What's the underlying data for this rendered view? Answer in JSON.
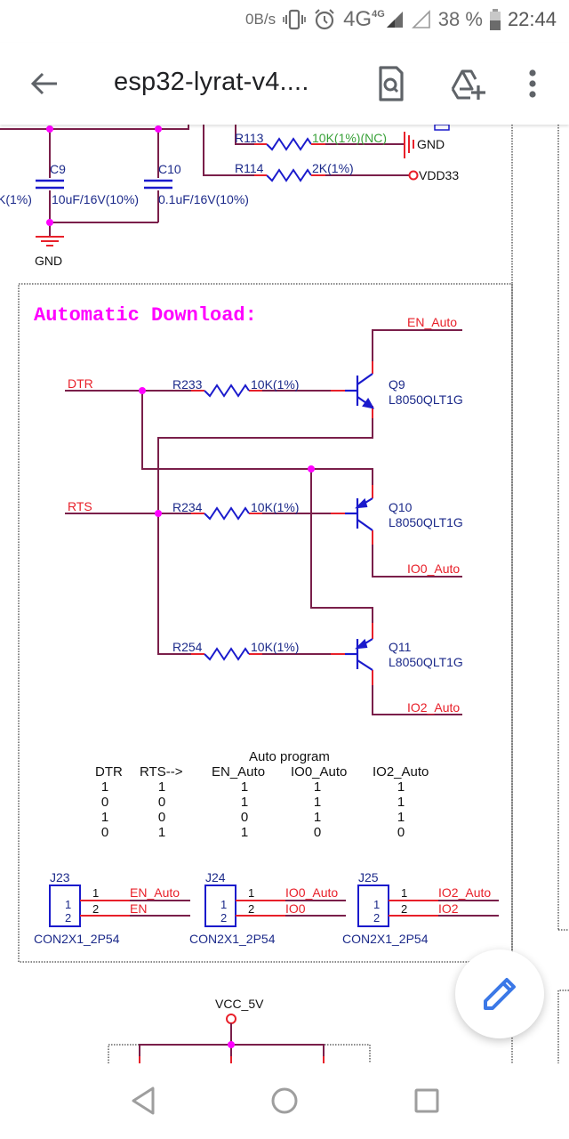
{
  "status_bar": {
    "net_speed": "0B/s",
    "network": "4G",
    "network_badge": "4G",
    "battery": "38 %",
    "time": "22:44",
    "icons": [
      "vibrate-icon",
      "alarm-icon",
      "signal-icon",
      "signal-empty-icon",
      "battery-icon"
    ]
  },
  "app_bar": {
    "title": "esp32-lyrat-v4....",
    "back_icon": "arrow-left-icon",
    "actions": [
      {
        "name": "find-in-document",
        "icon": "search-document-icon"
      },
      {
        "name": "add-to-drive",
        "icon": "drive-add-icon"
      },
      {
        "name": "more-options",
        "icon": "more-vert-icon"
      }
    ]
  },
  "schematic": {
    "top_section": {
      "capacitors": [
        {
          "ref": "C9",
          "value": "10uF/16V(10%)"
        },
        {
          "ref": "C10",
          "value": "0.1uF/16V(10%)"
        }
      ],
      "left_partial_value": "K(1%)",
      "gnd_label": "GND",
      "resistors": [
        {
          "ref": "R113",
          "value": "10K(1%)(NC)",
          "net": "GND"
        },
        {
          "ref": "R114",
          "value": "2K(1%)",
          "net": "VDD33"
        }
      ]
    },
    "auto_download": {
      "title": "Automatic Download:",
      "inputs": [
        "DTR",
        "RTS"
      ],
      "resistors": [
        {
          "ref": "R233",
          "value": "10K(1%)"
        },
        {
          "ref": "R234",
          "value": "10K(1%)"
        },
        {
          "ref": "R254",
          "value": "10K(1%)"
        }
      ],
      "transistors": [
        {
          "ref": "Q9",
          "part": "L8050QLT1G",
          "output": "EN_Auto"
        },
        {
          "ref": "Q10",
          "part": "L8050QLT1G",
          "output": "IO0_Auto"
        },
        {
          "ref": "Q11",
          "part": "L8050QLT1G",
          "output": "IO2_Auto"
        }
      ],
      "truth_table": {
        "caption": "Auto program",
        "headers": [
          "DTR",
          "RTS-->",
          "EN_Auto",
          "IO0_Auto",
          "IO2_Auto"
        ],
        "rows": [
          [
            "1",
            "1",
            "1",
            "1",
            "1"
          ],
          [
            "0",
            "0",
            "1",
            "1",
            "1"
          ],
          [
            "1",
            "0",
            "0",
            "1",
            "1"
          ],
          [
            "0",
            "1",
            "1",
            "0",
            "0"
          ]
        ]
      },
      "jumpers": [
        {
          "ref": "J23",
          "part": "CON2X1_2P54",
          "pin1_net": "EN_Auto",
          "pin2_net": "EN"
        },
        {
          "ref": "J24",
          "part": "CON2X1_2P54",
          "pin1_net": "IO0_Auto",
          "pin2_net": "IO0"
        },
        {
          "ref": "J25",
          "part": "CON2X1_2P54",
          "pin1_net": "IO2_Auto",
          "pin2_net": "IO2"
        }
      ],
      "pin_labels": [
        "1",
        "2"
      ]
    },
    "bottom_section": {
      "power_net": "VCC_5V"
    }
  },
  "fab": {
    "icon": "pencil-edit-icon",
    "label": "Edit"
  },
  "nav_bar": {
    "buttons": [
      "back",
      "home",
      "recents"
    ]
  },
  "colors": {
    "wire": "#7a1f4a",
    "junction": "#ff00ff",
    "title_magenta": "#ff00ff",
    "net_label_red": "#e8202a",
    "component_blue": "#1a1acc",
    "ref_text_navy": "#1c2a8a",
    "nc_green": "#3aa23a",
    "fab_pencil": "#3b78e7"
  }
}
